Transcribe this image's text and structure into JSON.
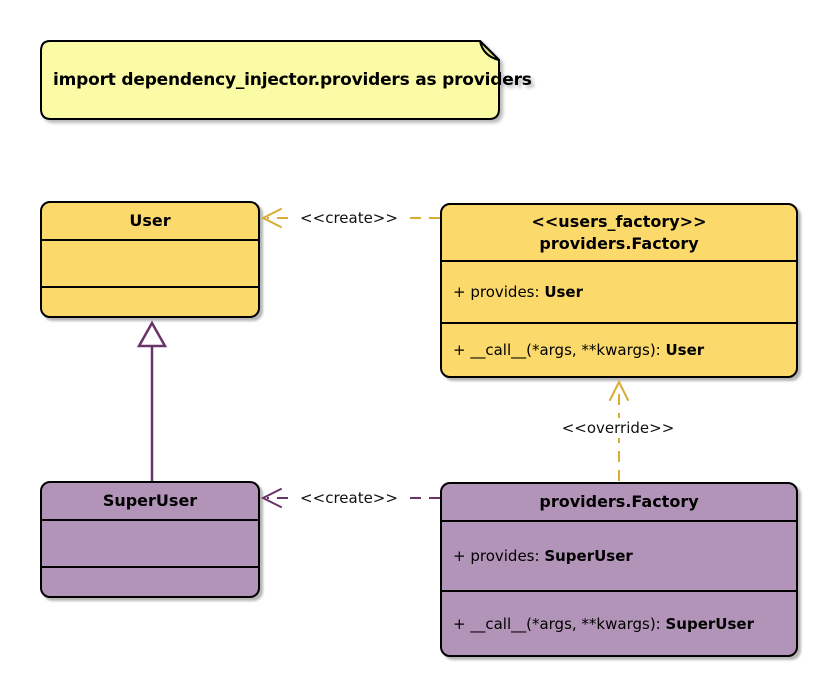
{
  "note": {
    "text": "import dependency_injector.providers as providers"
  },
  "classes": {
    "user": {
      "name": "User"
    },
    "users_factory": {
      "stereotype": "<<users_factory>>",
      "name": "providers.Factory",
      "provides_prefix": "+ provides: ",
      "provides_type": "User",
      "call_prefix": "+ __call__(*args, **kwargs): ",
      "call_type": "User"
    },
    "superuser": {
      "name": "SuperUser"
    },
    "superuser_factory": {
      "name": "providers.Factory",
      "provides_prefix": "+ provides: ",
      "provides_type": "SuperUser",
      "call_prefix": "+ __call__(*args, **kwargs): ",
      "call_type": "SuperUser"
    }
  },
  "edges": {
    "create_top": {
      "label": "<<create>>"
    },
    "create_bottom": {
      "label": "<<create>>"
    },
    "override": {
      "label": "<<override>>"
    }
  },
  "colors": {
    "class_yellow": "#FBD96B",
    "class_purple": "#B394B9",
    "note_yellow": "#FBFBA5",
    "note_fold": "#E3E28C",
    "edge_gold": "#D9AC35",
    "edge_purple": "#6B3468",
    "line_black": "#000000",
    "label_text": "#111111",
    "background": "#FFFFFF"
  }
}
